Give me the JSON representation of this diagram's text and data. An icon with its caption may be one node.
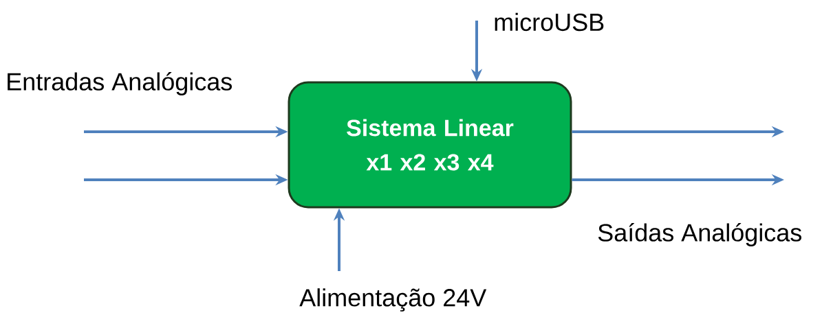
{
  "diagram": {
    "nodes": [
      {
        "text": [
          "microUSB"
        ]
      },
      {
        "text": [
          "Sistema Linear x1 x2 x3 x4"
        ]
      },
      {
        "text": [
          "Alimentação 24V"
        ]
      }
    ],
    "edges": [
      {
        "from": null,
        "to": 1,
        "arrow": "to"
      },
      {
        "from": null,
        "to": 1,
        "arrow": "to"
      },
      {
        "from": 0,
        "to": 1,
        "arrow": "to"
      },
      {
        "from": 2,
        "to": 1,
        "arrow": "to"
      },
      {
        "from": 1,
        "to": null,
        "arrow": "to"
      },
      {
        "from": 1,
        "to": null,
        "arrow": "to"
      }
    ],
    "labels": [
      "Entradas Analógicas",
      "Saídas Analógicas"
    ]
  }
}
